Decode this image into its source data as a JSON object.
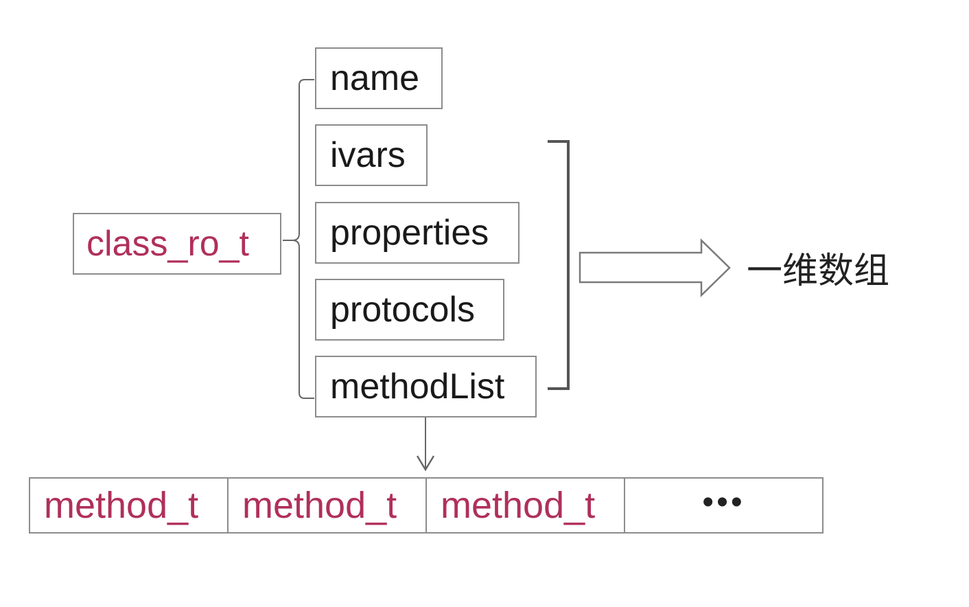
{
  "root": {
    "label": "class_ro_t"
  },
  "fields": [
    {
      "key": "name",
      "label": "name"
    },
    {
      "key": "ivars",
      "label": "ivars"
    },
    {
      "key": "properties",
      "label": "properties"
    },
    {
      "key": "protocols",
      "label": "protocols"
    },
    {
      "key": "methodList",
      "label": "methodList"
    }
  ],
  "result": {
    "label": "一维数组"
  },
  "method_array": {
    "cells": [
      "method_t",
      "method_t",
      "method_t"
    ],
    "ellipsis": "•••"
  },
  "colors": {
    "type_text": "#b0305a",
    "field_text": "#1a1a1a",
    "border": "#8c8c8c",
    "connector": "#666666",
    "bracket": "#555555"
  }
}
